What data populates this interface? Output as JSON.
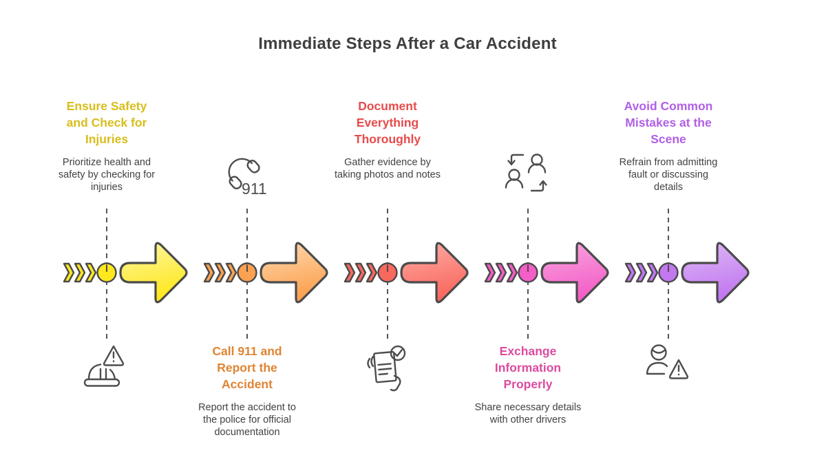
{
  "page_title": "Immediate Steps After a Car Accident",
  "colors": {
    "heading_text": "#3f3f3f",
    "body_text": "#414141",
    "shape_outline": "#4a4a4a",
    "icon_stroke": "#4d4d4d",
    "dashed_line": "#545454"
  },
  "steps": [
    {
      "title": "Ensure Safety and Check for Injuries",
      "description": "Prioritize health and safety by checking for injuries",
      "icon": "hard-hat-warning-icon",
      "accent": "#d9bd1c",
      "fill": "#ffe81e",
      "fill_light": "#fdf6a2",
      "layout": "title-top"
    },
    {
      "title": "Call 911 and Report the Accident",
      "description": "Report the accident to the police for official documentation",
      "icon": "phone-911-icon",
      "icon_label": "911",
      "accent": "#e08432",
      "fill": "#fba151",
      "fill_light": "#ffd9ae",
      "layout": "title-bottom"
    },
    {
      "title": "Document Everything Thoroughly",
      "description": "Gather evidence by taking photos and notes",
      "icon": "document-check-icon",
      "accent": "#e84a4b",
      "fill": "#f9685f",
      "fill_light": "#fdada6",
      "layout": "title-top"
    },
    {
      "title": "Exchange Information Properly",
      "description": "Share necessary details with other drivers",
      "icon": "exchange-people-icon",
      "accent": "#db4b9f",
      "fill": "#f35ec7",
      "fill_light": "#f9a6e0",
      "layout": "title-bottom"
    },
    {
      "title": "Avoid Common Mistakes at the Scene",
      "description": "Refrain from admitting fault or discussing details",
      "icon": "person-warning-icon",
      "accent": "#b15fe6",
      "fill": "#c278ef",
      "fill_light": "#ddb9f7",
      "layout": "title-top"
    }
  ]
}
